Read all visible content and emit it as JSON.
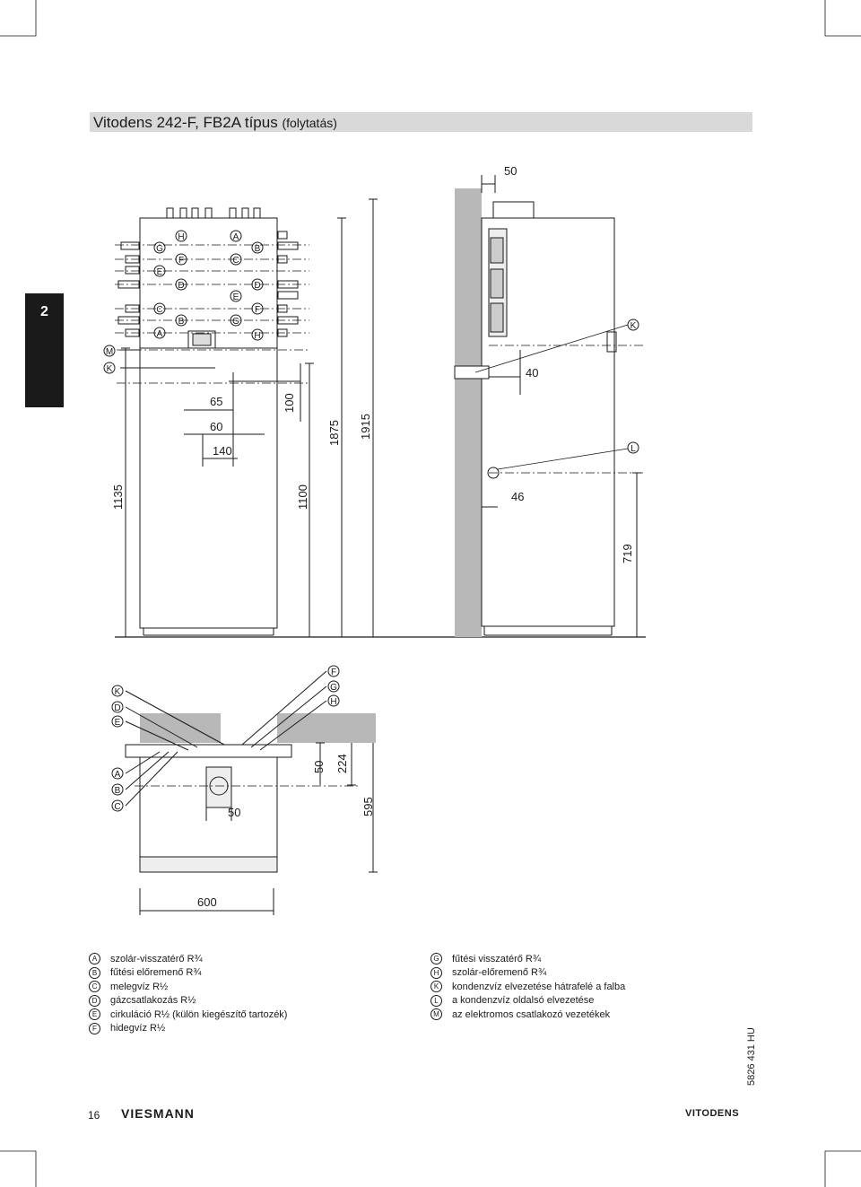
{
  "header": {
    "title": "Vitodens 242-F, FB2A típus",
    "subtitle": "(folytatás)"
  },
  "side_tab": {
    "label": "2"
  },
  "dimensions": {
    "top_width": "50",
    "right_40": "40",
    "right_46": "46",
    "h1135": "1135",
    "h1100": "1100",
    "h1875": "1875",
    "h1915": "1915",
    "h719": "719",
    "d65": "65",
    "d60": "60",
    "d140": "140",
    "d100": "100",
    "plan_50a": "50",
    "plan_224": "224",
    "plan_595": "595",
    "plan_50b": "50",
    "plan_600": "600"
  },
  "markers": {
    "A": "A",
    "B": "B",
    "C": "C",
    "D": "D",
    "E": "E",
    "F": "F",
    "G": "G",
    "H": "H",
    "K": "K",
    "L": "L",
    "M": "M"
  },
  "legend": {
    "left": [
      {
        "key": "A",
        "text": "szolár-visszatérő R¾"
      },
      {
        "key": "B",
        "text": "fűtési előremenő R¾"
      },
      {
        "key": "C",
        "text": "melegvíz R½"
      },
      {
        "key": "D",
        "text": "gázcsatlakozás R½"
      },
      {
        "key": "E",
        "text": "cirkuláció R½ (külön kiegészítő tartozék)"
      },
      {
        "key": "F",
        "text": "hidegvíz R½"
      }
    ],
    "right": [
      {
        "key": "G",
        "text": "fűtési visszatérő R¾"
      },
      {
        "key": "H",
        "text": "szolár-előremenő R¾"
      },
      {
        "key": "K",
        "text": "kondenzvíz elvezetése hátrafelé a falba"
      },
      {
        "key": "L",
        "text": "a kondenzvíz oldalsó elvezetése"
      },
      {
        "key": "M",
        "text": "az elektromos csatlakozó vezetékek"
      }
    ]
  },
  "footer": {
    "page_number": "16",
    "doc_code": "5826 431 HU",
    "brand": "VIESMANN",
    "product": "VITODENS"
  }
}
